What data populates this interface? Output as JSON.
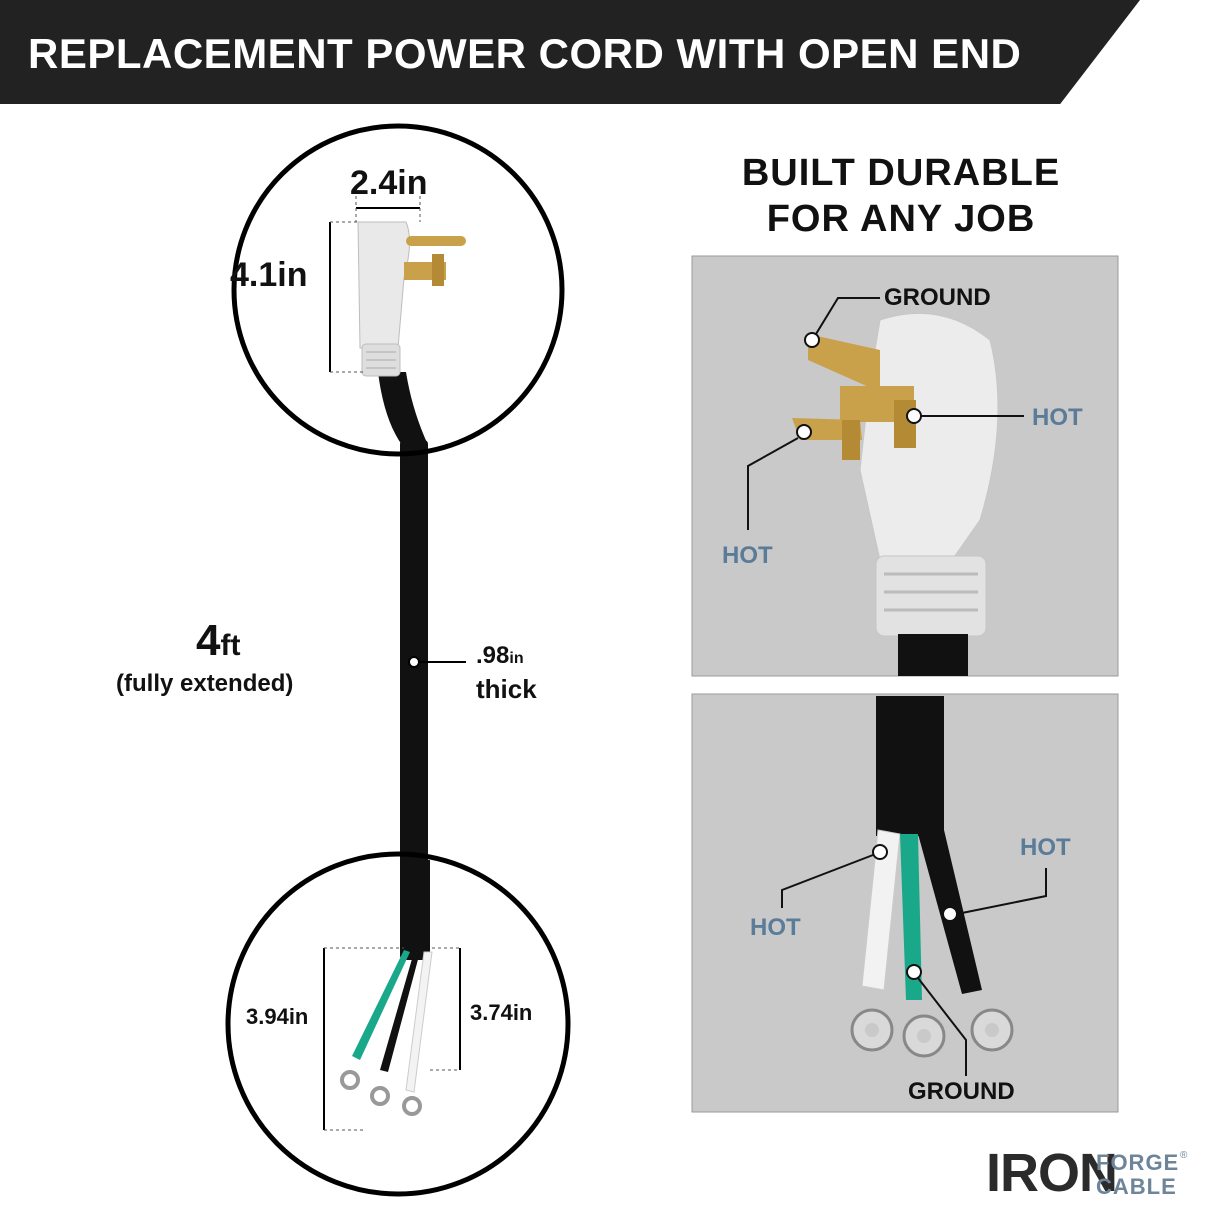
{
  "banner": {
    "title": "REPLACEMENT POWER CORD WITH OPEN END"
  },
  "left_diagram": {
    "plug_width": "2.4in",
    "plug_height": "4.1in",
    "length_value": "4",
    "length_unit": "ft",
    "length_note": "(fully extended)",
    "thickness_value": ".98",
    "thickness_unit": "in",
    "thickness_label": "thick",
    "lead_left": "3.94in",
    "lead_right": "3.74in"
  },
  "right_section": {
    "headline_line1": "BUILT DURABLE",
    "headline_line2": "FOR ANY JOB",
    "plug_panel": {
      "ground_label": "GROUND",
      "hot_right_label": "HOT",
      "hot_left_label": "HOT"
    },
    "wire_panel": {
      "hot_right_label": "HOT",
      "hot_left_label": "HOT",
      "ground_label": "GROUND"
    }
  },
  "brand": {
    "word1": "IRON",
    "word2": "FORGE",
    "word3": "CABLE",
    "registered": "®"
  },
  "colors": {
    "banner": "#222222",
    "panel": "#c9c9c9",
    "callout_blue": "#5b7c99",
    "brass": "#c9a14a",
    "wire_green": "#1aa88a",
    "cord_black": "#111111",
    "plug_white": "#e8e8e8"
  }
}
